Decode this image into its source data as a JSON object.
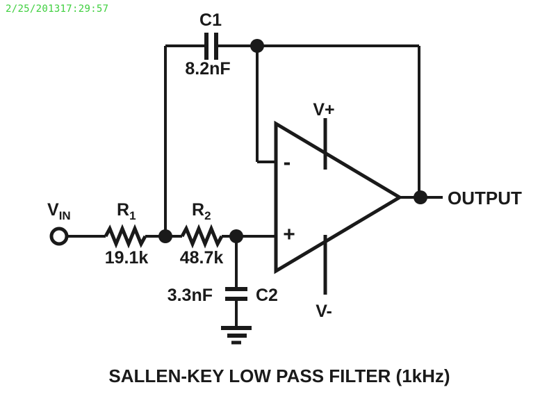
{
  "timestamp": {
    "text": "2/25/201317:29:57"
  },
  "title": "SALLEN-KEY LOW PASS FILTER (1kHz)",
  "labels": {
    "vin_name": "V",
    "vin_sub": "IN",
    "r1_name": "R",
    "r1_sub": "1",
    "r1_value": "19.1k",
    "r2_name": "R",
    "r2_sub": "2",
    "r2_value": "48.7k",
    "c1_name": "C1",
    "c1_value": "8.2nF",
    "c2_name": "C2",
    "c2_value": "3.3nF",
    "v_plus": "V+",
    "v_minus": "V-",
    "opamp_minus": "-",
    "opamp_plus": "+",
    "output": "OUTPUT"
  },
  "colors": {
    "ink": "#1a1a1a",
    "background": "#ffffff",
    "timestamp_green": "#3ecf3e"
  }
}
